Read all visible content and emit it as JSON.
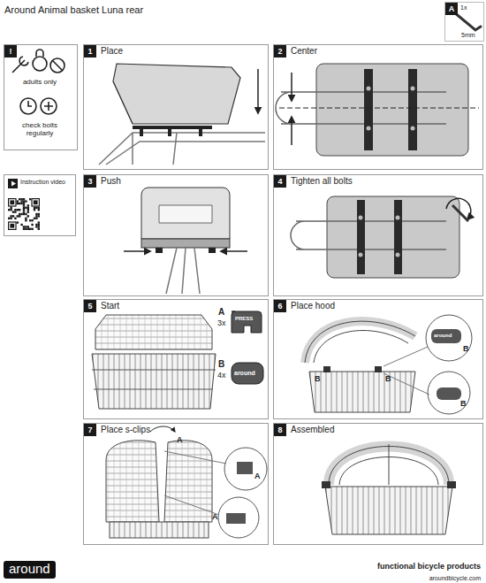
{
  "diagram": {
    "title": "Around Animal basket Luna rear",
    "nodes": [
      {
        "text": [
          "A",
          "1x",
          "5mm"
        ]
      },
      {
        "text": [
          "!",
          "adults only",
          "check bolts regularly"
        ]
      },
      {
        "text": [
          "1",
          "Place"
        ]
      },
      {
        "text": [
          "2",
          "Center"
        ]
      },
      {
        "text": [
          "Instruction video"
        ]
      },
      {
        "text": [
          "3",
          "Push"
        ]
      },
      {
        "text": [
          "4",
          "Tighten all bolts"
        ]
      },
      {
        "text": [
          "5",
          "Start"
        ]
      },
      {
        "text": [
          "6",
          "Place hood"
        ]
      },
      {
        "text": [
          "7",
          "Place s-clips"
        ]
      },
      {
        "text": [
          "8",
          "Assembled"
        ]
      }
    ],
    "labels": [
      "A",
      "3x",
      "B",
      "4x",
      "PRESS",
      "around",
      "B",
      "B",
      "B",
      "B",
      "around",
      "A",
      "A",
      "A",
      "around",
      "functional bicycle products",
      "aroundbicycle.com"
    ]
  }
}
